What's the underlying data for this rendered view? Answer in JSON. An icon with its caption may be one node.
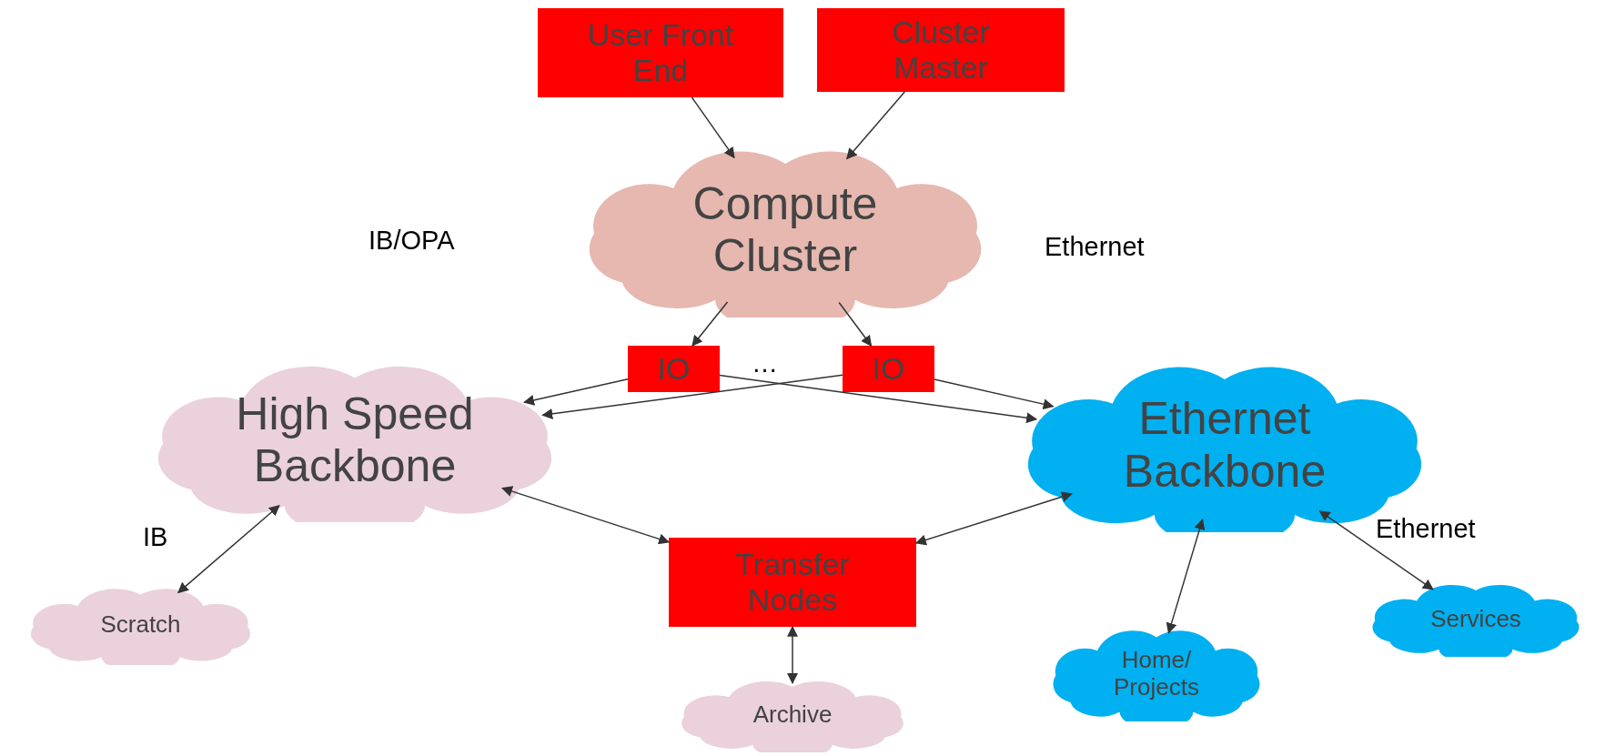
{
  "diagram": {
    "nodes": [
      {
        "text": [
          "User Front End"
        ]
      },
      {
        "text": [
          "Cluster Master"
        ]
      },
      {
        "text": [
          "Compute Cluster"
        ]
      },
      {
        "text": [
          "IO"
        ]
      },
      {
        "text": [
          "IO"
        ]
      },
      {
        "text": [
          "High Speed Backbone"
        ]
      },
      {
        "text": [
          "Ethernet Backbone"
        ]
      },
      {
        "text": [
          "Scratch"
        ]
      },
      {
        "text": [
          "Transfer Nodes"
        ]
      },
      {
        "text": [
          "Archive"
        ]
      },
      {
        "text": [
          "Home/ Projects"
        ]
      },
      {
        "text": [
          "Services"
        ]
      }
    ],
    "edges": [
      {
        "from": 0,
        "to": 2,
        "arrow": "to"
      },
      {
        "from": 1,
        "to": 2,
        "arrow": "to"
      },
      {
        "from": 2,
        "to": 3,
        "arrow": "to"
      },
      {
        "from": 2,
        "to": 4,
        "arrow": "to"
      },
      {
        "from": 3,
        "to": 5,
        "arrow": "to"
      },
      {
        "from": 3,
        "to": 6,
        "arrow": "to"
      },
      {
        "from": 4,
        "to": 5,
        "arrow": "to"
      },
      {
        "from": 4,
        "to": 6,
        "arrow": "to"
      },
      {
        "from": 5,
        "to": 7,
        "arrow": "both"
      },
      {
        "from": 5,
        "to": 8,
        "arrow": "both"
      },
      {
        "from": 6,
        "to": 8,
        "arrow": "both"
      },
      {
        "from": 6,
        "to": 10,
        "arrow": "both"
      },
      {
        "from": 6,
        "to": 11,
        "arrow": "both"
      },
      {
        "from": 8,
        "to": 9,
        "arrow": "both"
      }
    ],
    "labels": [
      "IB/OPA",
      "Ethernet",
      "…",
      "IB",
      "Ethernet"
    ]
  }
}
